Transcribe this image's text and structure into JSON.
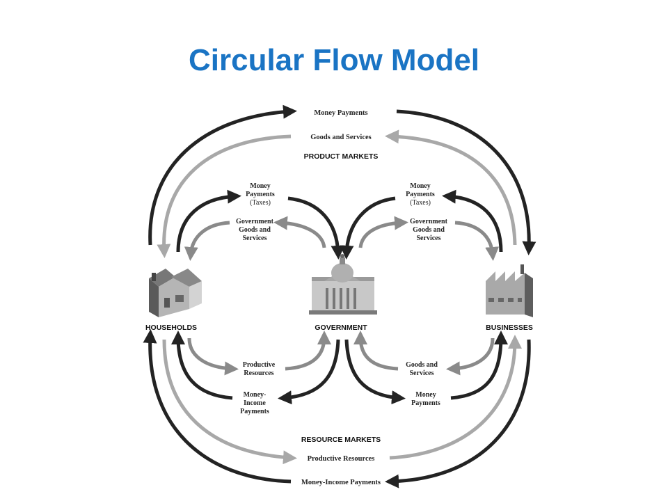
{
  "title": "Circular Flow Model",
  "colors": {
    "title": "#1a74c4",
    "money_arrow": "#232323",
    "goods_arrow": "#a8a8a8",
    "middle_goods_arrow": "#8a8a8a"
  },
  "markets": {
    "product": "PRODUCT MARKETS",
    "resource": "RESOURCE MARKETS"
  },
  "nodes": {
    "households": "HOUSEHOLDS",
    "government": "GOVERNMENT",
    "businesses": "BUSINESSES"
  },
  "top_flows": {
    "money": "Money Payments",
    "goods": "Goods and Services"
  },
  "bottom_flows": {
    "resources": "Productive Resources",
    "money": "Money-Income Payments"
  },
  "upper_left": {
    "money_lines": [
      "Money",
      "Payments",
      "(Taxes)"
    ],
    "goods_lines": [
      "Government",
      "Goods and",
      "Services"
    ]
  },
  "upper_right": {
    "money_lines": [
      "Money",
      "Payments",
      "(Taxes)"
    ],
    "goods_lines": [
      "Government",
      "Goods and",
      "Services"
    ]
  },
  "lower_left": {
    "resources_lines": [
      "Productive",
      "Resources"
    ],
    "money_lines": [
      "Money-",
      "Income",
      "Payments"
    ]
  },
  "lower_right": {
    "goods_lines": [
      "Goods and",
      "Services"
    ],
    "money_lines": [
      "Money",
      "Payments"
    ]
  },
  "icons": {
    "households": "house-icon",
    "government": "capitol-icon",
    "businesses": "factory-icon"
  }
}
